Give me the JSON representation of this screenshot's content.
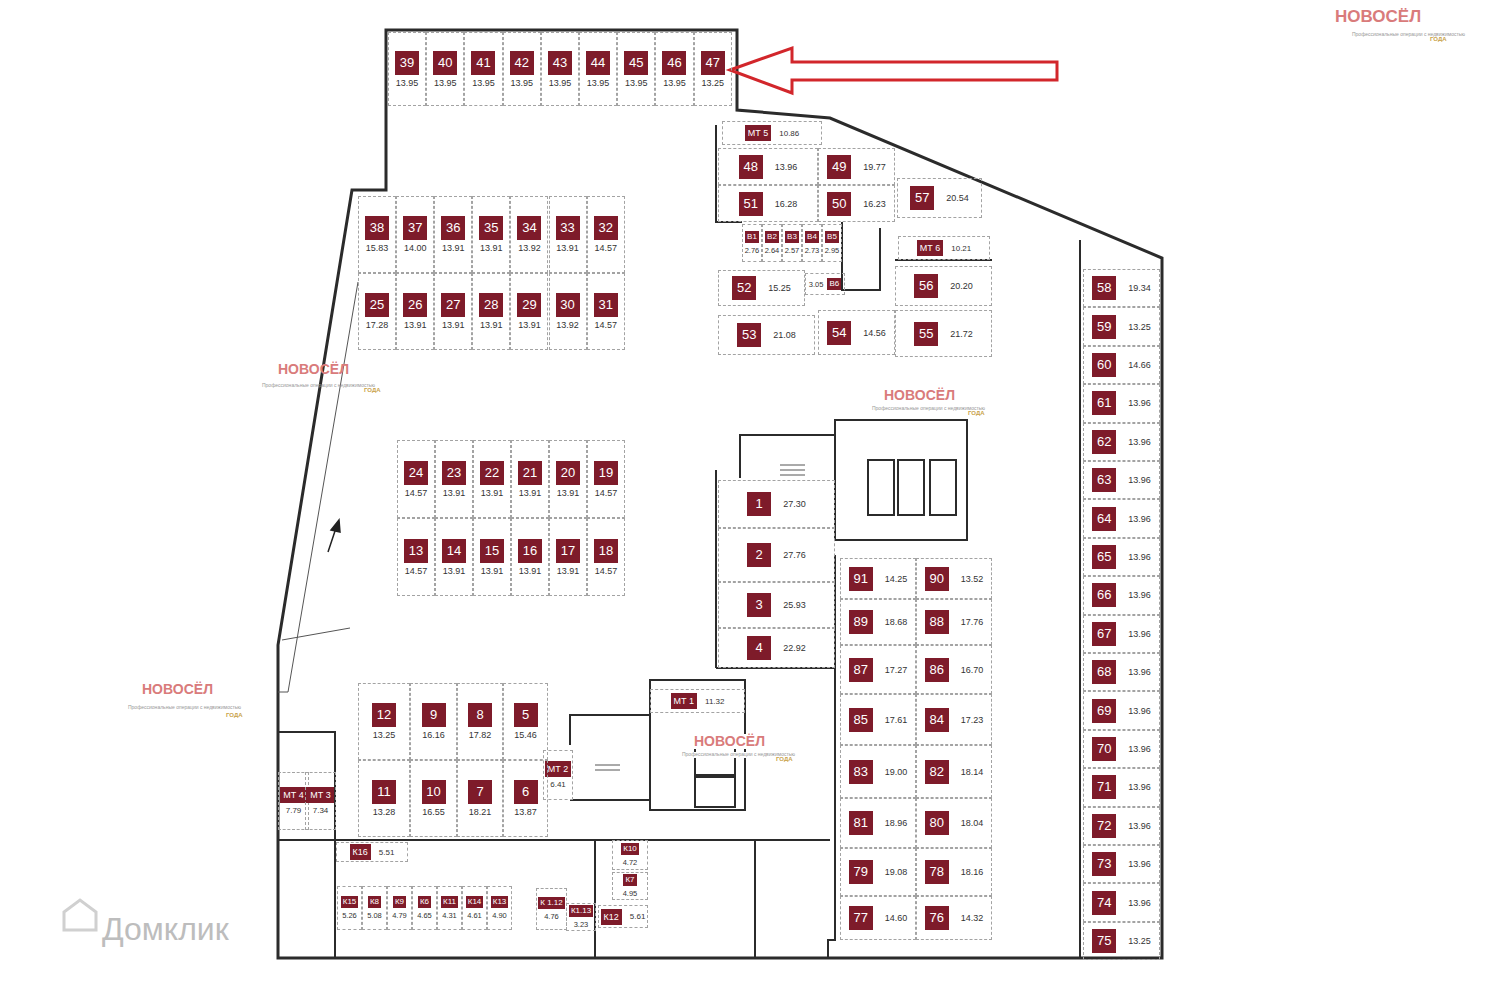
{
  "diagram": {
    "nodes": [
      {
        "text": [
          "39",
          "13.95"
        ]
      },
      {
        "text": [
          "40",
          "13.95"
        ]
      },
      {
        "text": [
          "41",
          "13.95"
        ]
      },
      {
        "text": [
          "42",
          "13.95"
        ]
      },
      {
        "text": [
          "43",
          "13.95"
        ]
      },
      {
        "text": [
          "44",
          "13.95"
        ]
      },
      {
        "text": [
          "45",
          "13.95"
        ]
      },
      {
        "text": [
          "46",
          "13.95"
        ]
      },
      {
        "text": [
          "47",
          "13.25"
        ]
      },
      {
        "text": [
          "МТ 5",
          "10.86"
        ]
      },
      {
        "text": [
          "48",
          "13.96"
        ]
      },
      {
        "text": [
          "49",
          "19.77"
        ]
      },
      {
        "text": [
          "51",
          "16.28"
        ]
      },
      {
        "text": [
          "50",
          "16.23"
        ]
      },
      {
        "text": [
          "57",
          "20.54"
        ]
      },
      {
        "text": [
          "В1",
          "2.76"
        ]
      },
      {
        "text": [
          "В2",
          "2.64"
        ]
      },
      {
        "text": [
          "В3",
          "2.57"
        ]
      },
      {
        "text": [
          "В4",
          "2.73"
        ]
      },
      {
        "text": [
          "В5",
          "2.95"
        ]
      },
      {
        "text": [
          "МТ 6",
          "10.21"
        ]
      },
      {
        "text": [
          "38",
          "15.83"
        ]
      },
      {
        "text": [
          "37",
          "14.00"
        ]
      },
      {
        "text": [
          "36",
          "13.91"
        ]
      },
      {
        "text": [
          "35",
          "13.91"
        ]
      },
      {
        "text": [
          "34",
          "13.92"
        ]
      },
      {
        "text": [
          "33",
          "13.91"
        ]
      },
      {
        "text": [
          "32",
          "14.57"
        ]
      },
      {
        "text": [
          "52",
          "15.25"
        ]
      },
      {
        "text": [
          "В6",
          "3.05"
        ]
      },
      {
        "text": [
          "56",
          "20.20"
        ]
      },
      {
        "text": [
          "25",
          "17.28"
        ]
      },
      {
        "text": [
          "26",
          "13.91"
        ]
      },
      {
        "text": [
          "27",
          "13.91"
        ]
      },
      {
        "text": [
          "28",
          "13.91"
        ]
      },
      {
        "text": [
          "29",
          "13.91"
        ]
      },
      {
        "text": [
          "30",
          "13.92"
        ]
      },
      {
        "text": [
          "31",
          "14.57"
        ]
      },
      {
        "text": [
          "53",
          "21.08"
        ]
      },
      {
        "text": [
          "54",
          "14.56"
        ]
      },
      {
        "text": [
          "55",
          "21.72"
        ]
      },
      {
        "text": [
          "58",
          "19.34"
        ]
      },
      {
        "text": [
          "59",
          "13.25"
        ]
      },
      {
        "text": [
          "60",
          "14.66"
        ]
      },
      {
        "text": [
          "61",
          "13.96"
        ]
      },
      {
        "text": [
          "62",
          "13.96"
        ]
      },
      {
        "text": [
          "63",
          "13.96"
        ]
      },
      {
        "text": [
          "64",
          "13.96"
        ]
      },
      {
        "text": [
          "65",
          "13.96"
        ]
      },
      {
        "text": [
          "66",
          "13.96"
        ]
      },
      {
        "text": [
          "67",
          "13.96"
        ]
      },
      {
        "text": [
          "68",
          "13.96"
        ]
      },
      {
        "text": [
          "69",
          "13.96"
        ]
      },
      {
        "text": [
          "70",
          "13.96"
        ]
      },
      {
        "text": [
          "71",
          "13.96"
        ]
      },
      {
        "text": [
          "72",
          "13.96"
        ]
      },
      {
        "text": [
          "73",
          "13.96"
        ]
      },
      {
        "text": [
          "74",
          "13.96"
        ]
      },
      {
        "text": [
          "75",
          "13.25"
        ]
      },
      {
        "text": [
          "24",
          "14.57"
        ]
      },
      {
        "text": [
          "23",
          "13.91"
        ]
      },
      {
        "text": [
          "22",
          "13.91"
        ]
      },
      {
        "text": [
          "21",
          "13.91"
        ]
      },
      {
        "text": [
          "20",
          "13.91"
        ]
      },
      {
        "text": [
          "19",
          "14.57"
        ]
      },
      {
        "text": [
          "1",
          "27.30"
        ]
      },
      {
        "text": [
          "2",
          "27.76"
        ]
      },
      {
        "text": [
          "3",
          "25.93"
        ]
      },
      {
        "text": [
          "4",
          "22.92"
        ]
      },
      {
        "text": [
          "13",
          "14.57"
        ]
      },
      {
        "text": [
          "14",
          "13.91"
        ]
      },
      {
        "text": [
          "15",
          "13.91"
        ]
      },
      {
        "text": [
          "16",
          "13.91"
        ]
      },
      {
        "text": [
          "17",
          "13.91"
        ]
      },
      {
        "text": [
          "18",
          "14.57"
        ]
      },
      {
        "text": [
          "91",
          "14.25"
        ]
      },
      {
        "text": [
          "90",
          "13.52"
        ]
      },
      {
        "text": [
          "89",
          "18.68"
        ]
      },
      {
        "text": [
          "88",
          "17.76"
        ]
      },
      {
        "text": [
          "87",
          "17.27"
        ]
      },
      {
        "text": [
          "86",
          "16.70"
        ]
      },
      {
        "text": [
          "85",
          "17.61"
        ]
      },
      {
        "text": [
          "84",
          "17.23"
        ]
      },
      {
        "text": [
          "83",
          "19.00"
        ]
      },
      {
        "text": [
          "82",
          "18.14"
        ]
      },
      {
        "text": [
          "81",
          "18.96"
        ]
      },
      {
        "text": [
          "80",
          "18.04"
        ]
      },
      {
        "text": [
          "79",
          "19.08"
        ]
      },
      {
        "text": [
          "78",
          "18.16"
        ]
      },
      {
        "text": [
          "77",
          "14.60"
        ]
      },
      {
        "text": [
          "76",
          "14.32"
        ]
      },
      {
        "text": [
          "12",
          "13.25"
        ]
      },
      {
        "text": [
          "9",
          "16.16"
        ]
      },
      {
        "text": [
          "8",
          "17.82"
        ]
      },
      {
        "text": [
          "5",
          "15.46"
        ]
      },
      {
        "text": [
          "МТ 1",
          "11.32"
        ]
      },
      {
        "text": [
          "МТ 2",
          "6.41"
        ]
      },
      {
        "text": [
          "МТ 4",
          "7.79"
        ]
      },
      {
        "text": [
          "МТ 3",
          "7.34"
        ]
      },
      {
        "text": [
          "11",
          "13.28"
        ]
      },
      {
        "text": [
          "10",
          "16.55"
        ]
      },
      {
        "text": [
          "7",
          "18.21"
        ]
      },
      {
        "text": [
          "6",
          "13.87"
        ]
      },
      {
        "text": [
          "К16",
          "5.51"
        ]
      },
      {
        "text": [
          "К10",
          "4.72"
        ]
      },
      {
        "text": [
          "К7",
          "4.95"
        ]
      },
      {
        "text": [
          "К15",
          "5.26"
        ]
      },
      {
        "text": [
          "К8",
          "5.08"
        ]
      },
      {
        "text": [
          "К9",
          "4.79"
        ]
      },
      {
        "text": [
          "К6",
          "4.65"
        ]
      },
      {
        "text": [
          "К11",
          "4.31"
        ]
      },
      {
        "text": [
          "К14",
          "4.61"
        ]
      },
      {
        "text": [
          "К13",
          "4.90"
        ]
      },
      {
        "text": [
          "К 1.12",
          "4.76"
        ]
      },
      {
        "text": [
          "К1.13",
          "3.23"
        ]
      },
      {
        "text": [
          "К12",
          "5.61"
        ]
      }
    ],
    "labels": [
      "НОВОСЁЛ",
      "Профессиональные операции с недвижимостью",
      "ГОДА",
      "НОВОСЁЛ",
      "Профессиональные операции с недвижимостью",
      "ГОДА",
      "НОВОСЁЛ",
      "Профессиональные операции с недвижимостью",
      "ГОДА",
      "НОВОСЁЛ",
      "Профессиональные операции с недвижимостью",
      "ГОДА",
      "НОВОСЁЛ",
      "Профессиональные операции с недвижимостью",
      "ГОДА",
      "Домклик"
    ]
  }
}
